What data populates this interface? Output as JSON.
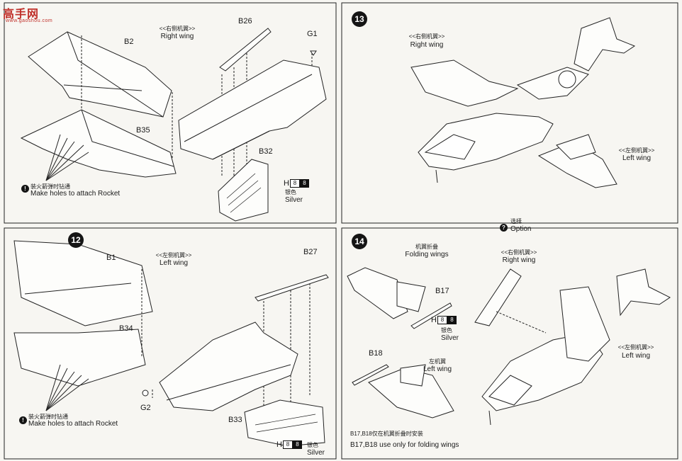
{
  "watermark": {
    "logo_text": "高手网",
    "site": "www.gaoshou.com"
  },
  "panels": {
    "p11": {
      "right_wing_cn": "<<右侧机翼>>",
      "right_wing_en": "Right wing",
      "parts": [
        "B2",
        "B35",
        "B26",
        "G1",
        "B32"
      ],
      "note_cn": "装火箭弹时钻通",
      "note_en": "Make holes to attach Rocket",
      "paint_letter": "H",
      "paint_code": "8",
      "paint_cn": "银色",
      "paint_en": "Silver"
    },
    "p12": {
      "step": "12",
      "left_wing_cn": "<<左侧机翼>>",
      "left_wing_en": "Left wing",
      "parts": [
        "B1",
        "B34",
        "B27",
        "G2",
        "B33"
      ],
      "note_cn": "装火箭弹时钻通",
      "note_en": "Make holes to attach Rocket",
      "paint_letter": "H",
      "paint_code": "8",
      "paint_cn": "银色",
      "paint_en": "Silver"
    },
    "p13": {
      "step": "13",
      "right_wing_cn": "<<右侧机翼>>",
      "right_wing_en": "Right wing",
      "left_wing_cn": "<<左侧机翼>>",
      "left_wing_en": "Left wing",
      "option_cn": "选择",
      "option_en": "Option"
    },
    "p14": {
      "step": "14",
      "folding_cn": "机翼折叠",
      "folding_en": "Folding wings",
      "right_wing_cn": "<<右侧机翼>>",
      "right_wing_en": "Right wing",
      "left_wing_cn": "左机翼",
      "left_wing_en": "Left wing",
      "left_wing2_cn": "<<左侧机翼>>",
      "left_wing2_en": "Left wing",
      "parts": [
        "B17",
        "B18"
      ],
      "paint_letter": "H",
      "paint_code": "8",
      "paint_cn": "银色",
      "paint_en": "Silver",
      "footnote_cn": "B17,B18仅在机翼折叠时安装",
      "footnote_en": "B17,B18 use only for folding wings"
    }
  }
}
